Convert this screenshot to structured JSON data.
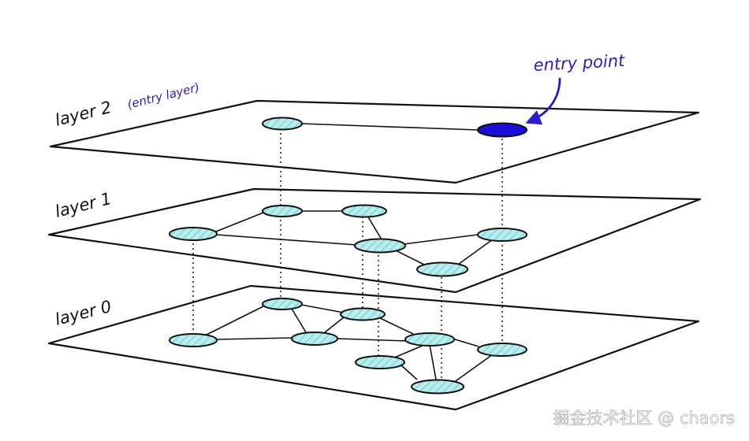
{
  "layers": [
    {
      "label": "layer 2",
      "note": "(entry layer)"
    },
    {
      "label": "layer 1",
      "note": ""
    },
    {
      "label": "layer 0",
      "note": ""
    }
  ],
  "entry_label": "entry point",
  "watermark": "掘金技术社区 @ chaors",
  "colors": {
    "node_fill": "#b9ecec",
    "node_hatch": "#7fd6d6",
    "entry_node": "#1a0fd8",
    "annotation": "#2b1cc9",
    "stroke": "#111111",
    "watermark": "#ffffff"
  }
}
